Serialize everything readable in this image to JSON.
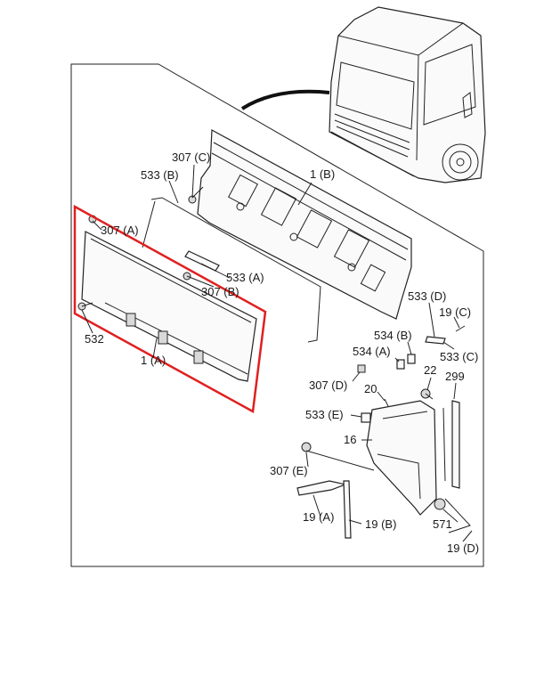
{
  "colors": {
    "highlight": "#e02020",
    "ink": "#222222"
  },
  "labels": {
    "l307A": "307 (A)",
    "l307C": "307 (C)",
    "l533B": "533 (B)",
    "l1B": "1 (B)",
    "l533A": "533 (A)",
    "l307B": "307 (B)",
    "l532": "532",
    "l1A": "1 (A)",
    "l533D": "533 (D)",
    "l19C": "19 (C)",
    "l534B": "534 (B)",
    "l533C": "533 (C)",
    "l534A": "534 (A)",
    "l22": "22",
    "l299": "299",
    "l307D": "307 (D)",
    "l20": "20",
    "l533E": "533 (E)",
    "l16": "16",
    "l307E": "307 (E)",
    "l19A": "19 (A)",
    "l19B": "19 (B)",
    "l571": "571",
    "l19D": "19 (D)"
  }
}
